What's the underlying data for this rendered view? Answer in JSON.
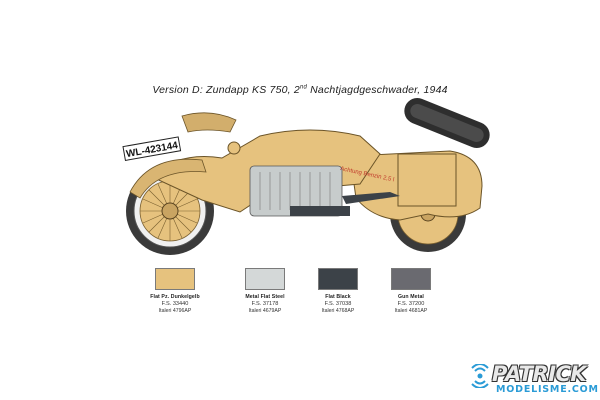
{
  "title": {
    "prefix": "Version D: Zundapp KS 750, 2",
    "superscript": "nd",
    "suffix": " Nachtjagdgeschwader, 1944"
  },
  "vehicle": {
    "plate": "WL-423144",
    "stencil": "Achtung Benzin 2,5 l"
  },
  "colors": [
    {
      "name": "Flat Pz. Dunkelgelb",
      "fs": "F.S. 33440",
      "italeri": "Italeri 4796AP",
      "hex": "#e6c27e"
    },
    {
      "name": "Metal Flat Steel",
      "fs": "F.S. 37178",
      "italeri": "Italeri 4679AP",
      "hex": "#d4d8d8"
    },
    {
      "name": "Flat Black",
      "fs": "F.S. 37038",
      "italeri": "Italeri 4768AP",
      "hex": "#3c4248"
    },
    {
      "name": "Gun Metal",
      "fs": "F.S. 37200",
      "italeri": "Italeri 4681AP",
      "hex": "#6a6a70"
    }
  ],
  "watermark": {
    "main": "PATRICK",
    "sub": "MODELISME.COM",
    "icon": "wifi-signal-icon"
  }
}
